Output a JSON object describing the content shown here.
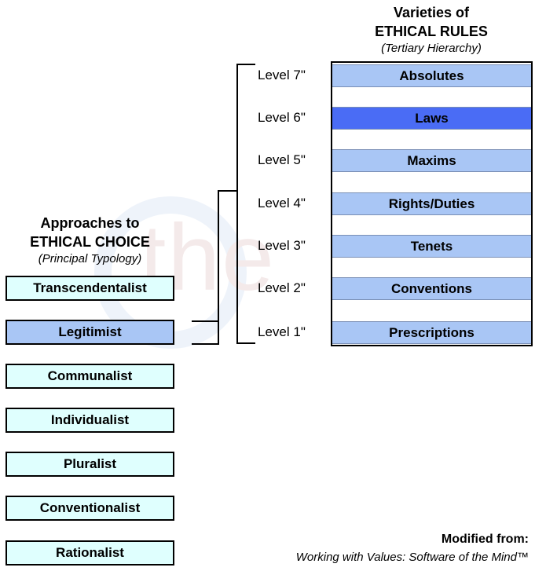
{
  "right_heading": {
    "line1": "Varieties of",
    "line2": "ETHICAL RULES",
    "sub": "(Tertiary Hierarchy)"
  },
  "left_heading": {
    "line1": "Approaches to",
    "line2": "ETHICAL CHOICE",
    "sub": "(Principal Typology)"
  },
  "approaches": [
    "Transcendentalist",
    "Legitimist",
    "Communalist",
    "Individualist",
    "Pluralist",
    "Conventionalist",
    "Rationalist"
  ],
  "rules": [
    {
      "level": "Level 7\"",
      "label": "Absolutes"
    },
    {
      "level": "Level 6\"",
      "label": "Laws"
    },
    {
      "level": "Level 5\"",
      "label": "Maxims"
    },
    {
      "level": "Level 4\"",
      "label": "Rights/Duties"
    },
    {
      "level": "Level 3\"",
      "label": "Tenets"
    },
    {
      "level": "Level 2\"",
      "label": "Conventions"
    },
    {
      "level": "Level 1\"",
      "label": "Prescriptions"
    }
  ],
  "credit": {
    "line1": "Modified from:",
    "line2": "Working with Values: Software of the Mind™"
  },
  "colors": {
    "approach_fill": "#dffffe",
    "highlight_fill": "#a9c6f5",
    "rule_fill": "#a9c6f5",
    "rule_highlight": "#4a6cf5"
  }
}
